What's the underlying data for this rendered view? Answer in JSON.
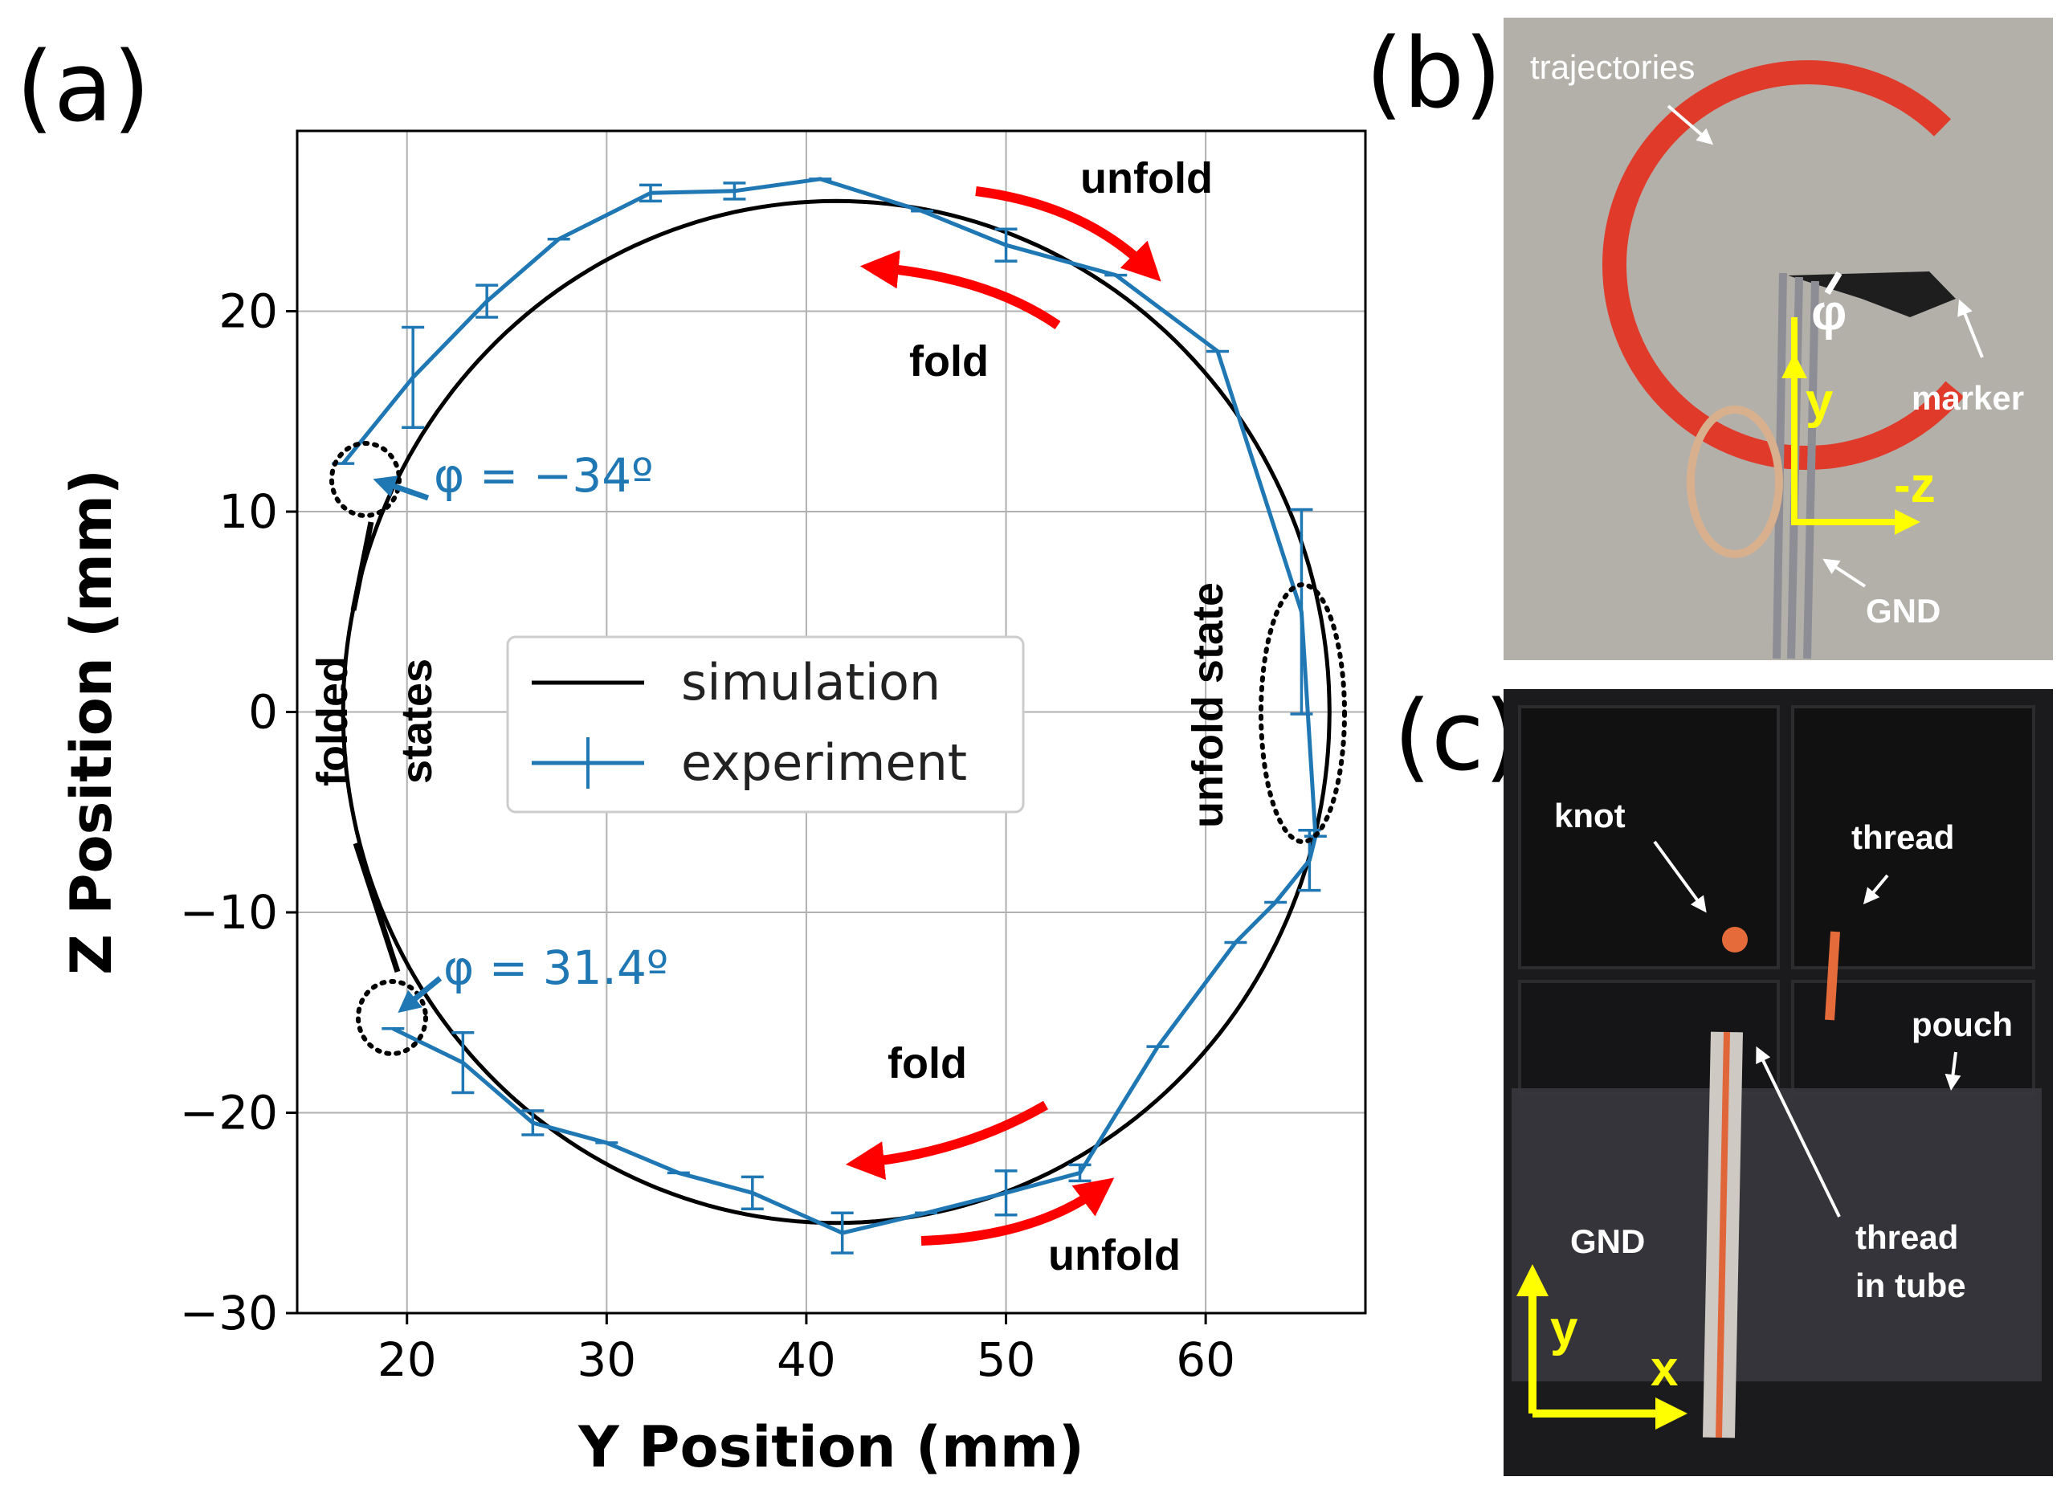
{
  "panels": {
    "a": "(a)",
    "b": "(b)",
    "c": "(c)"
  },
  "chart_data": {
    "type": "line",
    "xlabel": "Y Position (mm)",
    "ylabel": "Z Position (mm)",
    "xlim": [
      14.5,
      68
    ],
    "ylim": [
      -30,
      29
    ],
    "xticks": [
      20,
      30,
      40,
      50,
      60
    ],
    "yticks": [
      20,
      10,
      0,
      -10,
      -20,
      -30
    ],
    "ytick_labels": [
      "20",
      "10",
      "0",
      "−10",
      "−20",
      "−30"
    ],
    "grid": true,
    "legend": {
      "position": "center",
      "entries": [
        "simulation",
        "experiment"
      ]
    },
    "series": [
      {
        "name": "simulation",
        "color": "#000000",
        "shape": "ellipse",
        "center": [
          41.5,
          0
        ],
        "radius_x": 24.7,
        "radius_z": 25.5
      },
      {
        "name": "experiment",
        "color": "#1f77b4",
        "x": [
          16.8,
          20.3,
          24.0,
          27.6,
          32.2,
          36.4,
          40.7,
          45.8,
          50.0,
          55.5,
          60.6,
          64.8,
          65.5,
          65.2,
          63.5,
          61.5,
          57.6,
          53.7,
          50.0,
          46.0,
          41.8,
          37.3,
          33.6,
          30.0,
          26.3,
          22.8,
          19.3
        ],
        "y": [
          12.4,
          16.7,
          20.5,
          23.6,
          25.9,
          26.0,
          26.6,
          25.0,
          23.3,
          21.8,
          18.0,
          5.0,
          -6.2,
          -7.4,
          -9.5,
          -11.5,
          -16.7,
          -23.0,
          -24.0,
          -25.0,
          -26.0,
          -24.0,
          -23.0,
          -21.5,
          -20.5,
          -17.5,
          -15.8
        ],
        "yerr": [
          0,
          2.5,
          0.8,
          0,
          0.4,
          0.4,
          0,
          0,
          0.8,
          0,
          0,
          5.1,
          0,
          1.5,
          0,
          0,
          0,
          0.4,
          1.1,
          0,
          1.0,
          0.8,
          0,
          0,
          0.6,
          1.5,
          0
        ]
      }
    ],
    "annotations": {
      "unfold_top": "unfold",
      "fold_top": "fold",
      "fold_bottom": "fold",
      "unfold_bottom": "unfold",
      "phi_top": "φ = −34º",
      "phi_bottom": "φ = 31.4º",
      "folded": "folded",
      "states": "states",
      "unfold_state": "unfold state"
    }
  },
  "photo_b": {
    "labels": {
      "trajectories": "trajectories",
      "phi": "φ",
      "y": "y",
      "neg_z": "-z",
      "marker": "marker",
      "gnd": "GND"
    },
    "colors": {
      "background": "#b3b0aa",
      "trajectory": "#e03a2a"
    }
  },
  "photo_c": {
    "labels": {
      "knot": "knot",
      "thread": "thread",
      "pouch": "pouch",
      "gnd": "GND",
      "thread_in_tube_1": "thread",
      "thread_in_tube_2": "in tube",
      "y": "y",
      "x": "x"
    },
    "colors": {
      "background": "#1b1b1d",
      "accent": "#ffff00"
    }
  }
}
